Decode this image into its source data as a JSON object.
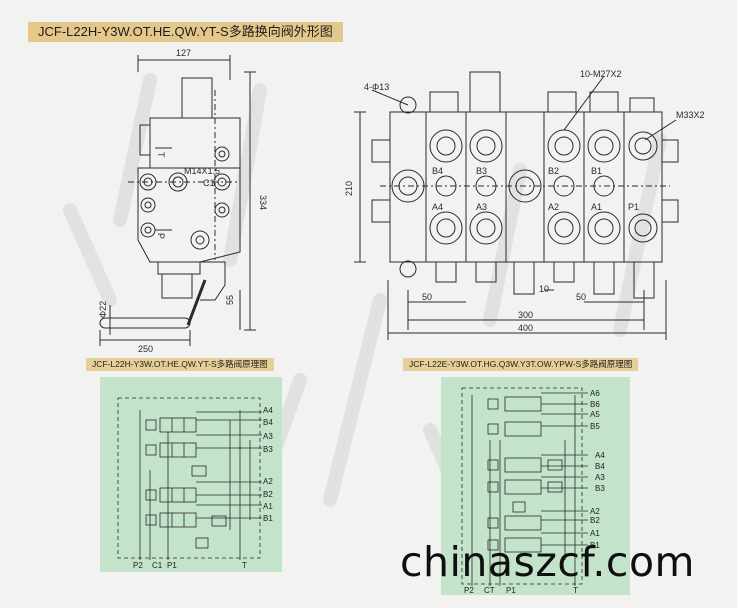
{
  "main_title": "JCF-L22H-Y3W.OT.HE.QW.YT-S多路换向阀外形图",
  "side_view": {
    "dims": {
      "top_width": "127",
      "height": "334",
      "bottom_width": "250",
      "handle_dia": "Φ22",
      "side": "55"
    },
    "labels": {
      "port_t": "T",
      "port_p": "P",
      "thread": "M14X1.5",
      "c1": "C1"
    }
  },
  "front_view": {
    "dims": {
      "holes": "4-Φ13",
      "ports": "10-M27X2",
      "m33": "M33X2",
      "height": "210",
      "left_50": "50",
      "gap_10": "10",
      "right_50": "50",
      "span_300": "300",
      "total_400": "400"
    },
    "ports": {
      "b4": "B4",
      "b3": "B3",
      "b2": "B2",
      "b1": "B1",
      "a4": "A4",
      "a3": "A3",
      "a2": "A2",
      "a1": "A1",
      "p1": "P1"
    }
  },
  "schematic_left": {
    "title": "JCF-L22H-Y3W.OT.HE.QW.YT-S多路阀原理图",
    "right_labels": [
      "A4",
      "B4",
      "A3",
      "B3",
      "A2",
      "B2",
      "A1",
      "B1"
    ],
    "bottom_labels": {
      "p2": "P2",
      "c1": "C1",
      "p1": "P1",
      "t": "T"
    }
  },
  "schematic_right": {
    "title": "JCF-L22E-Y3W.OT.HG.Q3W.Y3T.OW.YPW-S多路阀原理图",
    "right_labels": [
      "A6",
      "B6",
      "A5",
      "B5",
      "A4",
      "B4",
      "A3",
      "B3",
      "A2",
      "B2",
      "A1",
      "B1"
    ],
    "bottom_labels": {
      "p2": "P2",
      "ct": "CT",
      "p1": "P1",
      "t": "T"
    }
  },
  "website": "chinaszcf.com",
  "colors": {
    "schematic_bg": "#c3e3cb",
    "title_bg": "#e3c78b",
    "line": "#2a2a2a"
  }
}
